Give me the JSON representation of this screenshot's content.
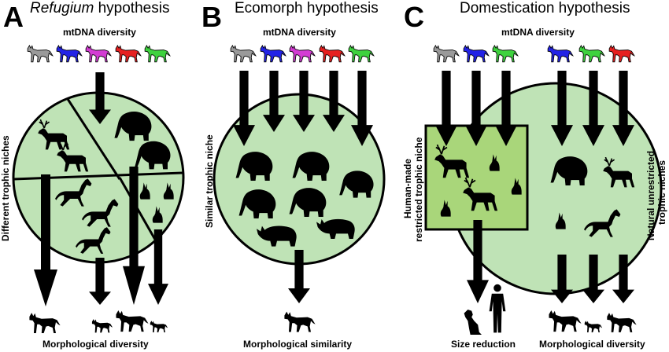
{
  "panels": [
    {
      "letter": "A",
      "title_italic": "Refugium",
      "title_rest": " hypothesis",
      "top_label": "mtDNA  diversity",
      "side_label": "Different trophic niches",
      "bottom_label": "Morphological diversity"
    },
    {
      "letter": "B",
      "title": "Ecomorph hypothesis",
      "top_label": "mtDNA  diversity",
      "side_label": "Similar trophic niche",
      "bottom_label": "Morphological similarity"
    },
    {
      "letter": "C",
      "title": "Domestication hypothesis",
      "top_label": "mtDNA diversity",
      "side_label_left_line1": "Human-made",
      "side_label_left_line2": "restricted trophic niche",
      "side_label_right_line1": "Natural unrestricted",
      "side_label_right_line2": "trophic niches",
      "bottom_label_left": "Size reduction",
      "bottom_label_right": "Morphological diversity"
    }
  ],
  "colors": {
    "circle_fill": "#bfe3b6",
    "box_fill": "#a9d67a",
    "wolf_gray": "#9a9a9a",
    "wolf_blue": "#2323e6",
    "wolf_magenta": "#d43cd4",
    "wolf_red": "#e62020",
    "wolf_green": "#3ed23e"
  },
  "icons": [
    "wolf-icon",
    "mammoth-icon",
    "reindeer-icon",
    "horse-icon",
    "hare-icon",
    "rhino-icon",
    "dog-icon",
    "human-icon",
    "arrow-down-icon"
  ]
}
